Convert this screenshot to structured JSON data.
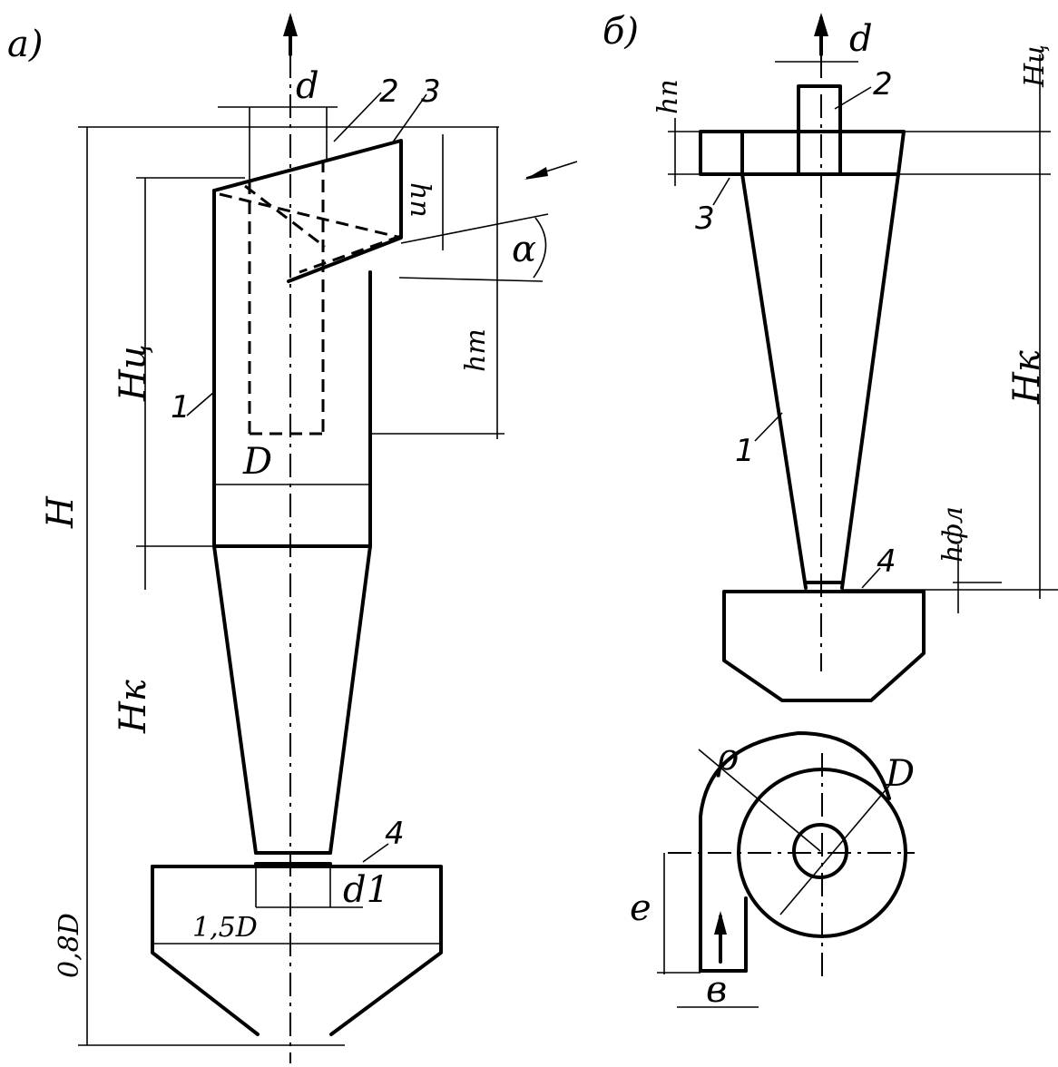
{
  "views": {
    "a": {
      "tag": "а)"
    },
    "b": {
      "tag": "б)"
    }
  },
  "labels_a": {
    "d": "d",
    "part_2": "2",
    "part_3": "3",
    "hp": "hп",
    "alpha": "α",
    "ht": "hт",
    "hts": "Hц",
    "part_1": "1",
    "D": "D",
    "H": "H",
    "Hk": "Hк",
    "part_4": "4",
    "d1": "d1",
    "d15": "1,5D",
    "d08": "0,8D"
  },
  "labels_b": {
    "d": "d",
    "part_2": "2",
    "hts": "Hц",
    "hp": "hп",
    "part_3": "3",
    "Hk": "Hк",
    "part_1": "1",
    "hfl": "hфл",
    "part_4": "4",
    "rho": "ρ",
    "D": "D",
    "e": "e",
    "b": "в"
  }
}
